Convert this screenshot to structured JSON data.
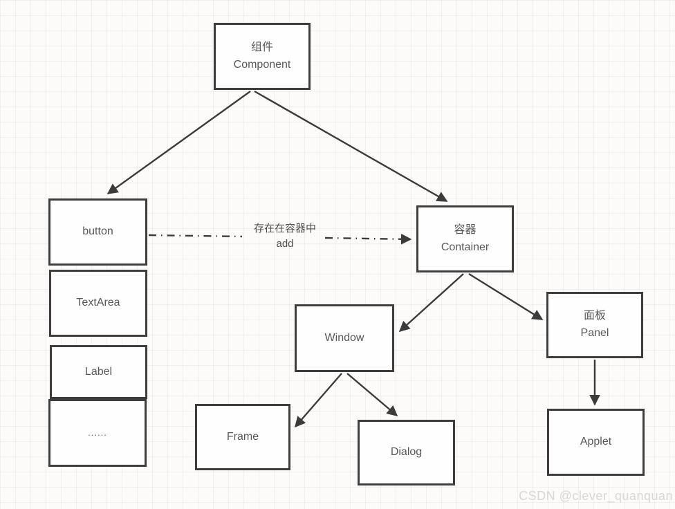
{
  "diagram": {
    "type": "hierarchy-diagram",
    "nodes": [
      {
        "id": "component",
        "label": "组件\nComponent"
      },
      {
        "id": "button",
        "label": "button"
      },
      {
        "id": "textarea",
        "label": "TextArea"
      },
      {
        "id": "label",
        "label": "Label"
      },
      {
        "id": "dots",
        "label": "......"
      },
      {
        "id": "container",
        "label": "容器\nContainer"
      },
      {
        "id": "window",
        "label": "Window"
      },
      {
        "id": "panel",
        "label": "面板\nPanel"
      },
      {
        "id": "frame",
        "label": "Frame"
      },
      {
        "id": "dialog",
        "label": "Dialog"
      },
      {
        "id": "applet",
        "label": "Applet"
      }
    ],
    "edges": [
      {
        "from": "component",
        "to": "button",
        "style": "solid"
      },
      {
        "from": "component",
        "to": "container",
        "style": "solid"
      },
      {
        "from": "button",
        "to": "container",
        "style": "dash-dot",
        "label": "存在在容器中\nadd"
      },
      {
        "from": "container",
        "to": "window",
        "style": "solid"
      },
      {
        "from": "container",
        "to": "panel",
        "style": "solid"
      },
      {
        "from": "window",
        "to": "frame",
        "style": "solid"
      },
      {
        "from": "window",
        "to": "dialog",
        "style": "solid"
      },
      {
        "from": "panel",
        "to": "applet",
        "style": "solid"
      }
    ],
    "edge_label": "存在在容器中\nadd",
    "watermark": "CSDN @clever_quanquan",
    "colors": {
      "line": "#3b3b3b",
      "border": "#3d3d3d",
      "text": "#585858",
      "bg": "#fcfbfa",
      "watermark": "#d9d6d3"
    }
  }
}
